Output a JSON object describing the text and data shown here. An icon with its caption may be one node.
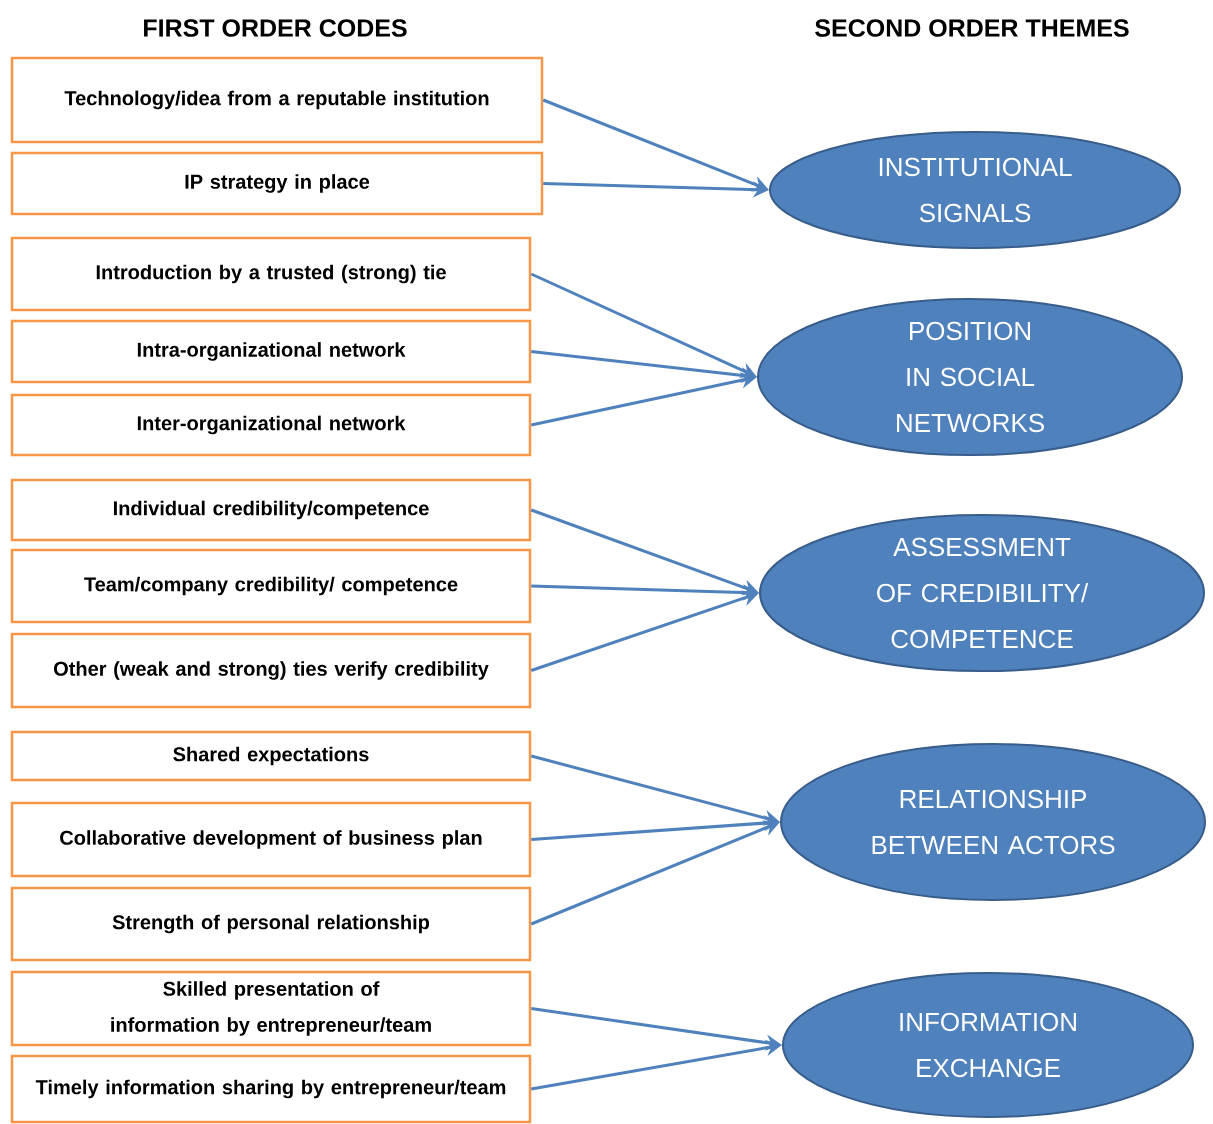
{
  "diagram": {
    "nodes": [
      {
        "text": [
          "Technology/idea from a reputable institution"
        ]
      },
      {
        "text": [
          "IP strategy in place"
        ]
      },
      {
        "text": [
          "Introduction by a trusted (strong) tie"
        ]
      },
      {
        "text": [
          "Intra-organizational network"
        ]
      },
      {
        "text": [
          "Inter-organizational network"
        ]
      },
      {
        "text": [
          "Individual credibility/competence"
        ]
      },
      {
        "text": [
          "Team/company credibility/ competence"
        ]
      },
      {
        "text": [
          "Other  (weak and strong) ties verify credibility"
        ]
      },
      {
        "text": [
          "Shared expectations"
        ]
      },
      {
        "text": [
          "Collaborative development of business plan"
        ]
      },
      {
        "text": [
          "Strength of personal relationship"
        ]
      },
      {
        "text": [
          "Skilled presentation of information by entrepreneur/team"
        ]
      },
      {
        "text": [
          "Timely information sharing by entrepreneur/team"
        ]
      },
      {
        "text": [
          "INSTITUTIONAL SIGNALS"
        ]
      },
      {
        "text": [
          "POSITION IN SOCIAL NETWORKS"
        ]
      },
      {
        "text": [
          "ASSESSMENT OF CREDIBILITY/ COMPETENCE"
        ]
      },
      {
        "text": [
          "RELATIONSHIP BETWEEN ACTORS"
        ]
      },
      {
        "text": [
          "INFORMATION EXCHANGE"
        ]
      }
    ],
    "edges": [
      {
        "from": 0,
        "to": 13,
        "arrow": "to"
      },
      {
        "from": 1,
        "to": 13,
        "arrow": "to"
      },
      {
        "from": 2,
        "to": 14,
        "arrow": "to"
      },
      {
        "from": 3,
        "to": 14,
        "arrow": "to"
      },
      {
        "from": 4,
        "to": 14,
        "arrow": "to"
      },
      {
        "from": 5,
        "to": 15,
        "arrow": "to"
      },
      {
        "from": 6,
        "to": 15,
        "arrow": "to"
      },
      {
        "from": 7,
        "to": 15,
        "arrow": "to"
      },
      {
        "from": 8,
        "to": 16,
        "arrow": "to"
      },
      {
        "from": 9,
        "to": 16,
        "arrow": "to"
      },
      {
        "from": 10,
        "to": 16,
        "arrow": "to"
      },
      {
        "from": 11,
        "to": 17,
        "arrow": "to"
      },
      {
        "from": 12,
        "to": 17,
        "arrow": "to"
      }
    ],
    "labels": [
      "FIRST ORDER CODES",
      "SECOND ORDER THEMES"
    ]
  }
}
